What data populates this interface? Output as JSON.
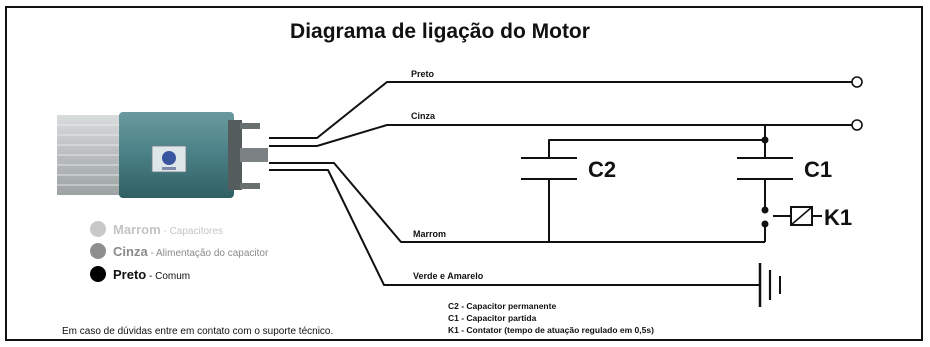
{
  "title": "Diagrama de ligação do Motor",
  "wires": {
    "preto": "Preto",
    "cinza": "Cinza",
    "marrom": "Marrom",
    "verde_amarelo": "Verde e Amarelo"
  },
  "components": {
    "c2": "C2",
    "c1": "C1",
    "k1": "K1"
  },
  "legend": [
    {
      "name": "Marrom",
      "desc": " - Capacitores",
      "dot_color": "#c8c8c8",
      "text_color": "#c4c4c4"
    },
    {
      "name": "Cinza",
      "desc": " - Alimentação do capacitor",
      "dot_color": "#8e8e8e",
      "text_color": "#8a8a8a"
    },
    {
      "name": "Preto",
      "desc": " - Comum",
      "dot_color": "#000000",
      "text_color": "#111111"
    }
  ],
  "support_note": "Em caso de dúvidas entre em contato com o suporte técnico.",
  "key_notes": [
    "C2 - Capacitor permanente",
    "C1 - Capacitor partida",
    "K1 - Contator (tempo de atuação regulado em 0,5s)"
  ]
}
